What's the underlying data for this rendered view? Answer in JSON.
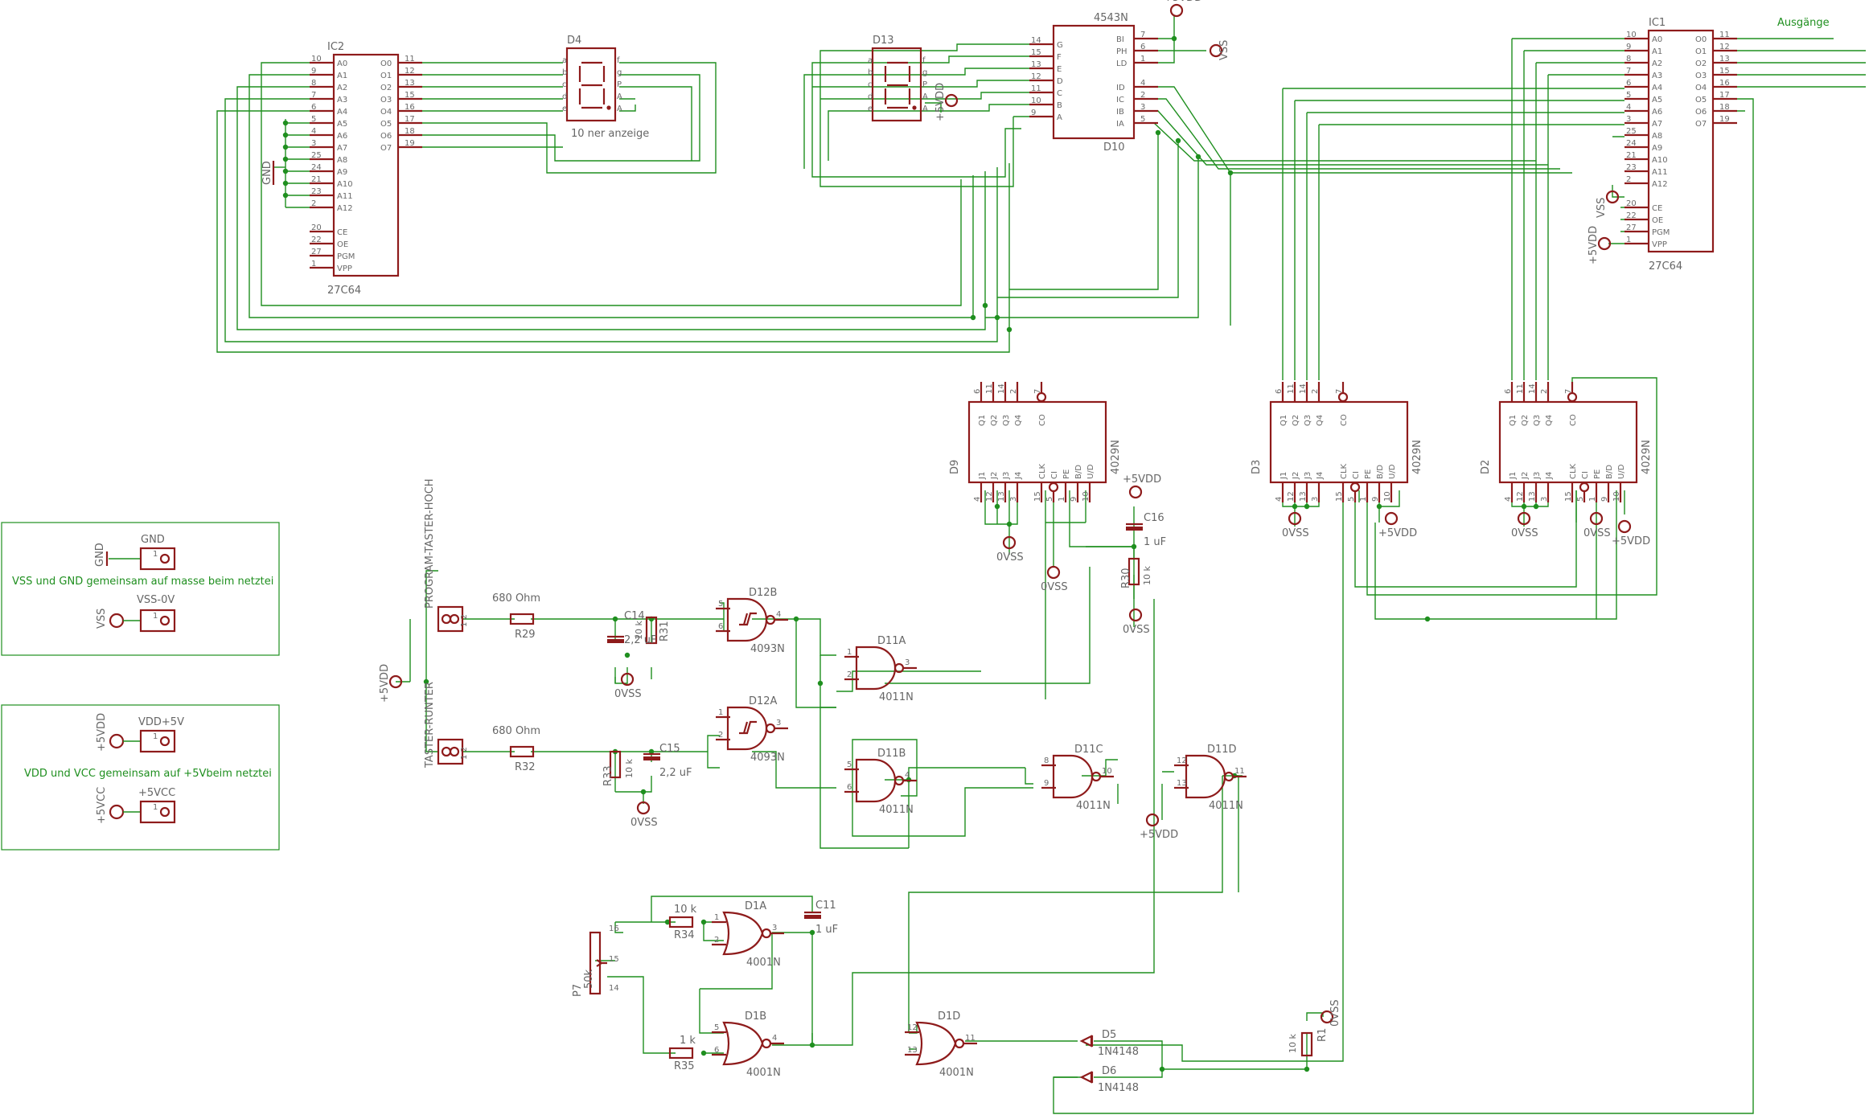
{
  "notes": {
    "outputs": "Ausgänge",
    "box1": "VSS und GND gemeinsam auf masse beim netztei",
    "box2": "VDD und VCC gemeinsam auf +5Vbeim netztei",
    "display_caption": "10 ner anzeige"
  },
  "chips": {
    "ic2": {
      "name": "IC2",
      "type": "27C64",
      "left_pins": [
        "10",
        "9",
        "8",
        "7",
        "6",
        "5",
        "4",
        "3",
        "25",
        "24",
        "21",
        "23",
        "2",
        "",
        "20",
        "22",
        "27",
        "1"
      ],
      "left_labels": [
        "A0",
        "A1",
        "A2",
        "A3",
        "A4",
        "A5",
        "A6",
        "A7",
        "A8",
        "A9",
        "A10",
        "A11",
        "A12",
        "",
        "CE",
        "OE",
        "PGM",
        "VPP"
      ],
      "right_pins": [
        "11",
        "12",
        "13",
        "15",
        "16",
        "17",
        "18",
        "19"
      ],
      "right_labels": [
        "O0",
        "O1",
        "O2",
        "O3",
        "O4",
        "O5",
        "O6",
        "O7"
      ]
    },
    "ic1": {
      "name": "IC1",
      "type": "27C64",
      "left_pins": [
        "10",
        "9",
        "8",
        "7",
        "6",
        "5",
        "4",
        "3",
        "25",
        "24",
        "21",
        "23",
        "2",
        "",
        "20",
        "22",
        "27",
        "1"
      ],
      "left_labels": [
        "A0",
        "A1",
        "A2",
        "A3",
        "A4",
        "A5",
        "A6",
        "A7",
        "A8",
        "A9",
        "A10",
        "A11",
        "A12",
        "",
        "CE",
        "OE",
        "PGM",
        "VPP"
      ],
      "right_pins": [
        "11",
        "12",
        "13",
        "15",
        "16",
        "17",
        "18",
        "19"
      ],
      "right_labels": [
        "O0",
        "O1",
        "O2",
        "O3",
        "O4",
        "O5",
        "O6",
        "O7"
      ]
    },
    "d10": {
      "name": "D10",
      "type": "4543N",
      "left_pins": [
        "14",
        "15",
        "13",
        "12",
        "11",
        "10",
        "9"
      ],
      "left_labels": [
        "G",
        "F",
        "E",
        "D",
        "C",
        "B",
        "A"
      ],
      "right_pins": [
        "7",
        "6",
        "1",
        "",
        "4",
        "2",
        "3",
        "5"
      ],
      "right_labels": [
        "BI",
        "PH",
        "LD",
        "",
        "ID",
        "IC",
        "IB",
        "IA"
      ]
    },
    "d9": {
      "name": "D9",
      "type": "4029N",
      "top_pins": [
        "6",
        "11",
        "14",
        "2",
        "",
        "7"
      ],
      "top_labels": [
        "Q1",
        "Q2",
        "Q3",
        "Q4",
        "",
        "CO"
      ],
      "bottom_pins": [
        "4",
        "12",
        "13",
        "3",
        "15",
        "5",
        "1",
        "9",
        "10"
      ],
      "bottom_labels": [
        "J1",
        "J2",
        "J3",
        "J4",
        "CLK",
        "CI",
        "PE",
        "B/D",
        "U/D"
      ]
    },
    "d3": {
      "name": "D3",
      "type": "4029N",
      "top_pins": [
        "6",
        "11",
        "14",
        "2",
        "",
        "7"
      ],
      "top_labels": [
        "Q1",
        "Q2",
        "Q3",
        "Q4",
        "",
        "CO"
      ],
      "bottom_pins": [
        "4",
        "12",
        "13",
        "3",
        "15",
        "5",
        "1",
        "9",
        "10"
      ],
      "bottom_labels": [
        "J1",
        "J2",
        "J3",
        "J4",
        "CLK",
        "CI",
        "PE",
        "B/D",
        "U/D"
      ]
    },
    "d2": {
      "name": "D2",
      "type": "4029N",
      "top_pins": [
        "6",
        "11",
        "14",
        "2",
        "",
        "7"
      ],
      "top_labels": [
        "Q1",
        "Q2",
        "Q3",
        "Q4",
        "",
        "CO"
      ],
      "bottom_pins": [
        "4",
        "12",
        "13",
        "3",
        "15",
        "5",
        "1",
        "9",
        "10"
      ],
      "bottom_labels": [
        "J1",
        "J2",
        "J3",
        "J4",
        "CLK",
        "CI",
        "PE",
        "B/D",
        "U/D"
      ]
    }
  },
  "displays": {
    "d4": {
      "name": "D4",
      "segs": [
        "a",
        "b",
        "c",
        "d",
        "e"
      ],
      "segs_r": [
        "f",
        "g",
        "P",
        "A",
        "A"
      ]
    },
    "d13": {
      "name": "D13",
      "segs": [
        "a",
        "b",
        "c",
        "d",
        "e"
      ],
      "segs_r": [
        "f",
        "g",
        "P",
        "A",
        "A"
      ]
    }
  },
  "gates": {
    "d12b": {
      "name": "D12B",
      "type": "4093N",
      "in1": "5",
      "in2": "6",
      "out": "4"
    },
    "d12a": {
      "name": "D12A",
      "type": "4093N",
      "in1": "1",
      "in2": "2",
      "out": "3"
    },
    "d11a": {
      "name": "D11A",
      "type": "4011N",
      "in1": "1",
      "in2": "2",
      "out": "3"
    },
    "d11b": {
      "name": "D11B",
      "type": "4011N",
      "in1": "5",
      "in2": "6",
      "out": "4"
    },
    "d11c": {
      "name": "D11C",
      "type": "4011N",
      "in1": "8",
      "in2": "9",
      "out": "10"
    },
    "d11d": {
      "name": "D11D",
      "type": "4011N",
      "in1": "12",
      "in2": "13",
      "out": "11"
    },
    "d1a": {
      "name": "D1A",
      "type": "4001N",
      "in1": "1",
      "in2": "2",
      "out": "3"
    },
    "d1b": {
      "name": "D1B",
      "type": "4001N",
      "in1": "5",
      "in2": "6",
      "out": "4"
    },
    "d1d": {
      "name": "D1D",
      "type": "4001N",
      "in1": "12",
      "in2": "13",
      "out": "11"
    }
  },
  "passives": {
    "r29": {
      "name": "R29",
      "value": "680 Ohm"
    },
    "r32": {
      "name": "R32",
      "value": "680 Ohm"
    },
    "r31": {
      "name": "R31",
      "value": "10 k"
    },
    "r33": {
      "name": "R33",
      "value": "10 k"
    },
    "r30": {
      "name": "R30",
      "value": "10 k"
    },
    "r34": {
      "name": "R34",
      "value": "10 k"
    },
    "r35": {
      "name": "R35",
      "value": "1 k"
    },
    "r1": {
      "name": "R1",
      "value": "10 k"
    },
    "p7": {
      "name": "P7",
      "value": "50k",
      "p1": "16",
      "p2": "15",
      "p3": "14"
    },
    "c14": {
      "name": "C14",
      "value": "2,2 uF"
    },
    "c15": {
      "name": "C15",
      "value": "2,2 uF"
    },
    "c16": {
      "name": "C16",
      "value": "1 uF"
    },
    "c11": {
      "name": "C11",
      "value": "1 uF"
    },
    "d5": {
      "name": "D5",
      "value": "1N4148"
    },
    "d6": {
      "name": "D6",
      "value": "1N4148"
    }
  },
  "switches": {
    "up": {
      "label": "PROGRAM-TASTER-HOCH",
      "pins": "1 2"
    },
    "down": {
      "label": "TASTER-RUNTER",
      "pins": "1 2"
    }
  },
  "connectors": {
    "gnd": {
      "name": "GND",
      "net": "GND",
      "pin": "1"
    },
    "vss0": {
      "name": "VSS-0V",
      "net": "VSS",
      "pin": "1"
    },
    "vdd5": {
      "name": "VDD+5V",
      "net": "+5VDD",
      "pin": "1"
    },
    "vcc5": {
      "name": "+5VCC",
      "net": "+5VCC",
      "pin": "1"
    }
  },
  "supplies": {
    "p5vdd": "+5VDD",
    "vss": "VSS",
    "ovss": "0VSS",
    "gnd": "GND",
    "p5vcc": "+5VCC"
  }
}
